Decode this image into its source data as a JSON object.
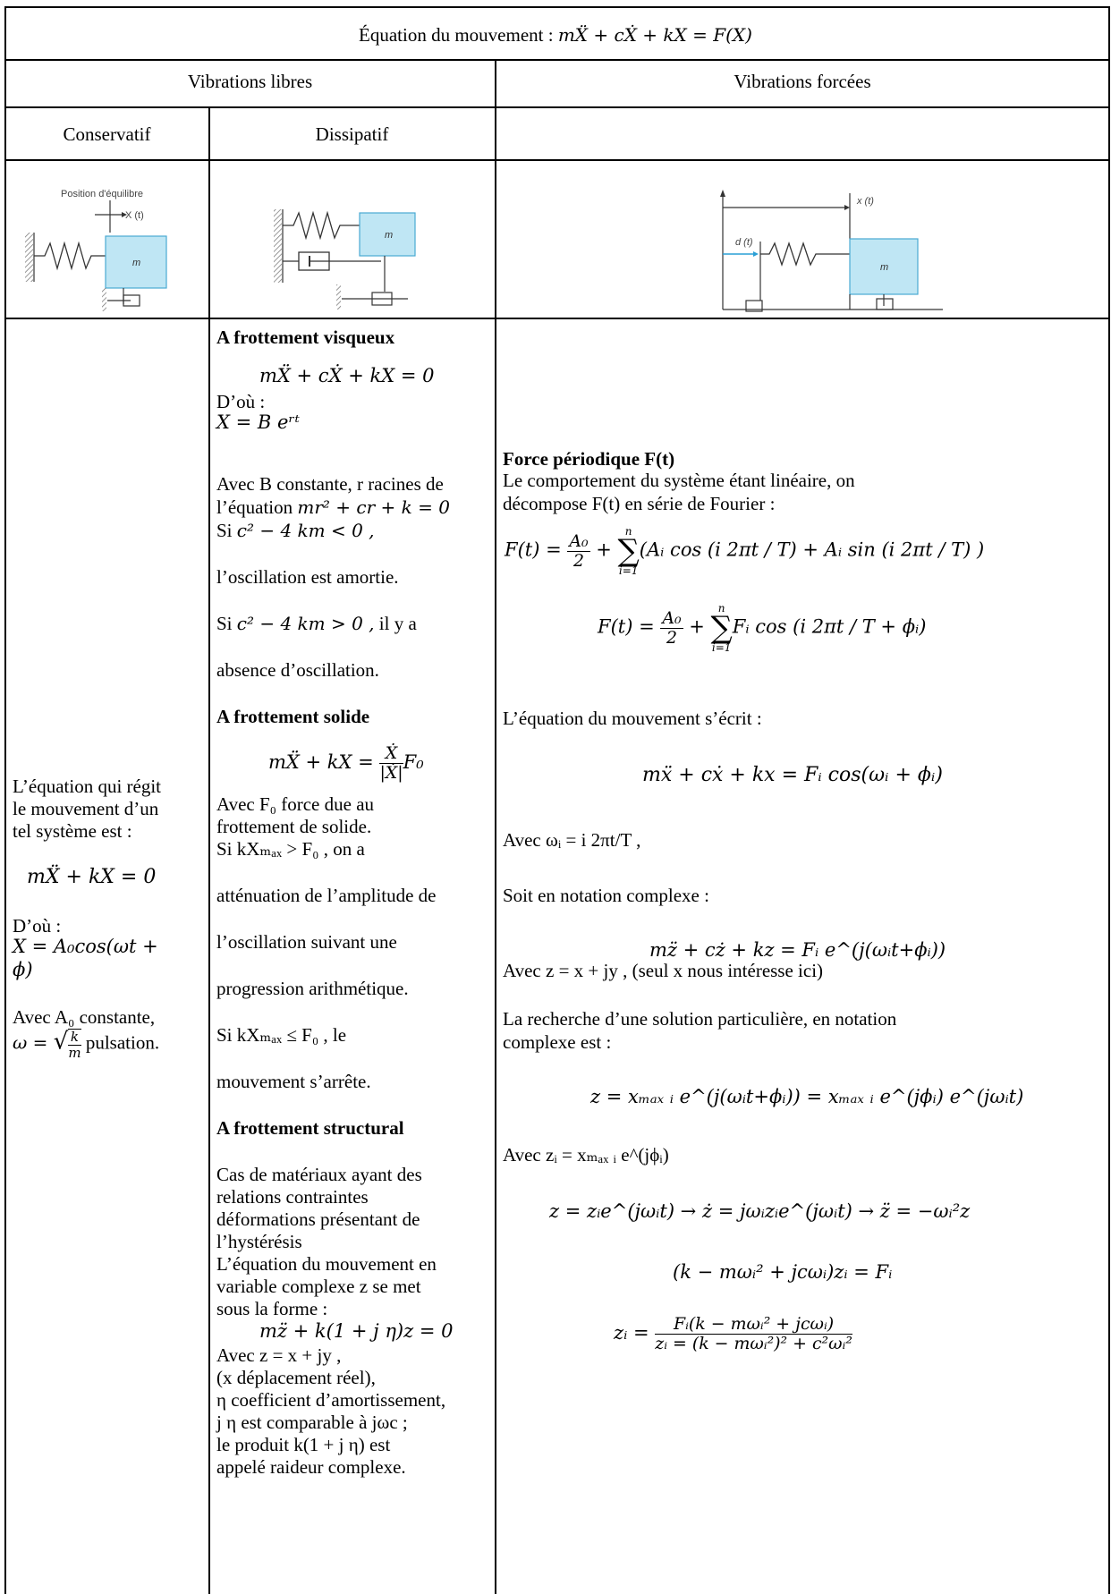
{
  "header": {
    "title_prefix": "Équation du mouvement : ",
    "title_equation": "mẌ + cẊ + kX = F(X)"
  },
  "sections": {
    "free": "Vibrations libres",
    "forced": "Vibrations forcées",
    "conservative": "Conservatif",
    "dissipative": "Dissipatif"
  },
  "diagrams": {
    "conservative": {
      "label_equilibrium": "Position d'équilibre",
      "label_x": "X (t)",
      "mass": "m"
    },
    "dissipative": {
      "mass": "m"
    },
    "forced": {
      "label_x": "x (t)",
      "label_d": "d (t)",
      "mass": "m"
    }
  },
  "conservative": {
    "intro": [
      "L’équation qui régit",
      "le mouvement d’un",
      "tel système est :"
    ],
    "eq_main": "mẌ + kX = 0",
    "donc": "D’où :",
    "eq_solution_1": "X = A₀cos(ωt +",
    "eq_solution_2": "ϕ)",
    "avec_const": "Avec A₀ constante,",
    "omega_prefix": "ω = ",
    "omega_num": "k",
    "omega_den": "m",
    "pulsation": " pulsation."
  },
  "dissipative": {
    "viscous_title": "A frottement visqueux",
    "viscous_eq": "mẌ + cẊ + kX = 0",
    "donc": "D’où :",
    "exp_solution": "X = B eʳᵗ",
    "roots_1": "Avec B constante, r racines de",
    "roots_2_prefix": "l’équation ",
    "roots_2_eq": "mr² + cr + k = 0",
    "case1_prefix": "Si ",
    "case1_eq": "c² − 4 km < 0 ,",
    "case1_text": "l’oscillation est amortie.",
    "case2_prefix": "Si ",
    "case2_eq": "c² − 4 km > 0 ,",
    "case2_suffix": "  il y a",
    "case2_text": "absence d’oscillation.",
    "solid_title": "A frottement solide",
    "solid_eq_left": "mẌ + kX = ",
    "solid_num": "Ẋ",
    "solid_den": "|Ẋ|",
    "solid_eq_right": "F₀",
    "solid_l1": "Avec F₀ force due au",
    "solid_l2": "frottement de solide.",
    "solid_l3": "Si  kXₘₐₓ > F₀ ,  on a",
    "solid_l4": "atténuation de l’amplitude de",
    "solid_l5": "l’oscillation suivant une",
    "solid_l6": "progression arithmétique.",
    "solid_l7": "Si  kXₘₐₓ ≤ F₀ ,  le",
    "solid_l8": "mouvement s’arrête.",
    "struct_title": "A frottement structural",
    "struct_lines": [
      "Cas de matériaux ayant des",
      "relations contraintes",
      "déformations présentant de",
      "l’hystérésis",
      "L’équation du mouvement en",
      "variable complexe z se met",
      "sous la forme :"
    ],
    "struct_eq": "mz̈ + k(1 + j η)z = 0",
    "struct_after": [
      "Avec z = x + jy  ,",
      "(x déplacement réel),",
      "η coefficient d’amortissement,",
      "j η est comparable à jωc ;",
      "le produit k(1 + j η) est",
      "appelé raideur complexe."
    ]
  },
  "forced": {
    "title": "Force périodique F(t)",
    "intro_1": "Le comportement du système étant linéaire, on",
    "intro_2": "décompose F(t) en série de Fourier :",
    "fourier_1_left": "F(t) = ",
    "a0": "A₀",
    "two": "2",
    "plus": " + ",
    "sum_top": "n",
    "sum_bot": "i=1",
    "fourier_1_right_a": "(Aᵢ cos ",
    "fourier_1_cos_arg": "(i 2πt / T)",
    "fourier_1_right_b": " + Aᵢ sin ",
    "fourier_1_sin_arg": "(i 2πt / T) )",
    "fourier_2_left": "F(t) = ",
    "fourier_2_right": "Fᵢ cos (i 2πt / T + ϕᵢ)",
    "eq_written": "L’équation du mouvement s’écrit :",
    "eq_motion": "mẍ + cẋ + kx = Fᵢ cos(ωᵢ + ϕᵢ)",
    "omega_def": "Avec ωᵢ = i 2πt/T ,",
    "complex_notation": "Soit en notation complexe :",
    "eq_complex": "mz̈ + cż + kz = Fᵢ e^(j(ωᵢt+ϕᵢ))",
    "z_def": "Avec z = x + jy  , (seul x nous intéresse ici)",
    "particular_1": "La recherche d’une solution particulière, en notation",
    "particular_2": "complexe est :",
    "z_solution": "z = xₘₐₓ ᵢ e^(j(ωᵢt+ϕᵢ)) = xₘₐₓ ᵢ e^(jϕᵢ) e^(jωᵢt)",
    "zi_def": "Avec zᵢ = xₘₐₓ ᵢ e^(jϕᵢ)",
    "derivs": "z = zᵢe^(jωᵢt)  → ż = jωᵢzᵢe^(jωᵢt)  → z̈ = −ωᵢ²z",
    "eq_zi": "(k − mωᵢ² + jcωᵢ)zᵢ = Fᵢ",
    "zi_left": "zᵢ = ",
    "zi_num": "Fᵢ(k − mωᵢ² + jcωᵢ)",
    "zi_den": "zᵢ = (k − mωᵢ²)² + c²ωᵢ²"
  }
}
